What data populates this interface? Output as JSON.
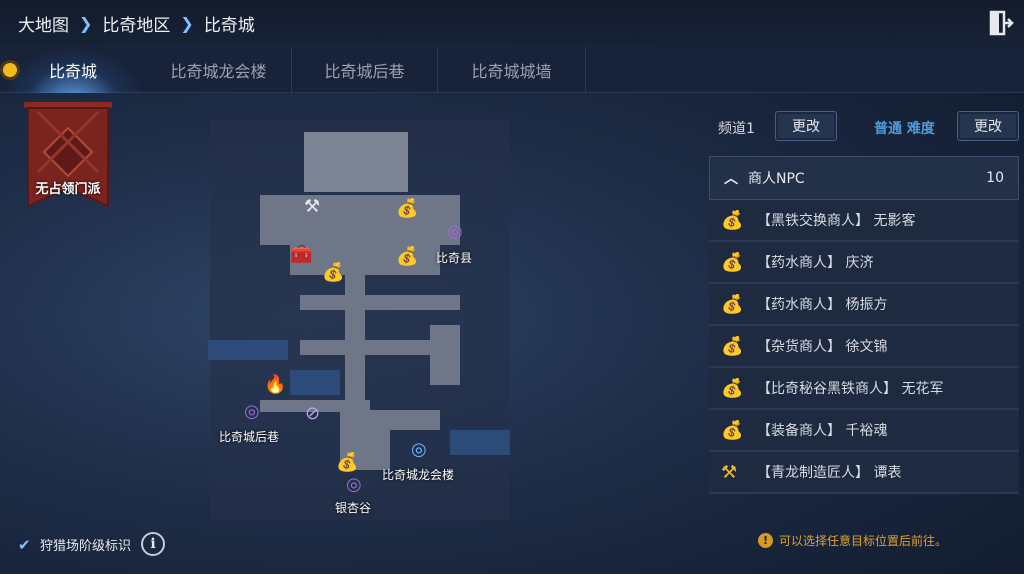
{
  "breadcrumb": [
    "大地图",
    "比奇地区",
    "比奇城"
  ],
  "tabs": [
    {
      "label": "比奇城",
      "active": true
    },
    {
      "label": "比奇城龙会楼"
    },
    {
      "label": "比奇城后巷"
    },
    {
      "label": "比奇城城墙"
    }
  ],
  "guild_banner": {
    "text": "无占领门派"
  },
  "map": {
    "labels": {
      "biqi_county": "比奇县",
      "back_alley": "比奇城后巷",
      "dragon_hall": "比奇城龙会楼",
      "ginkgo_valley": "银杏谷"
    }
  },
  "panel": {
    "channel": "频道1",
    "change_label": "更改",
    "difficulty": "普通 难度",
    "change_label2": "更改",
    "category": {
      "label": "商人NPC",
      "count": "10"
    },
    "npcs": [
      {
        "icon": "money-bag",
        "text": "【黑铁交换商人】 无影客"
      },
      {
        "icon": "money-bag",
        "text": "【药水商人】 庆济"
      },
      {
        "icon": "money-bag",
        "text": "【药水商人】 杨振方"
      },
      {
        "icon": "money-bag",
        "text": "【杂货商人】 徐文锦"
      },
      {
        "icon": "money-bag",
        "text": "【比奇秘谷黑铁商人】 无花军"
      },
      {
        "icon": "money-bag",
        "text": "【装备商人】 千裕魂"
      },
      {
        "icon": "hammer-tools",
        "text": "【青龙制造匠人】 谭表"
      }
    ],
    "hint": "可以选择任意目标位置后前往。"
  },
  "hunt_toggle": {
    "label": "狩猎场阶级标识",
    "checked": true
  },
  "colors": {
    "accent": "#7fc2ff",
    "gold": "#f2b92a",
    "difficulty": "#4f9bd8"
  }
}
